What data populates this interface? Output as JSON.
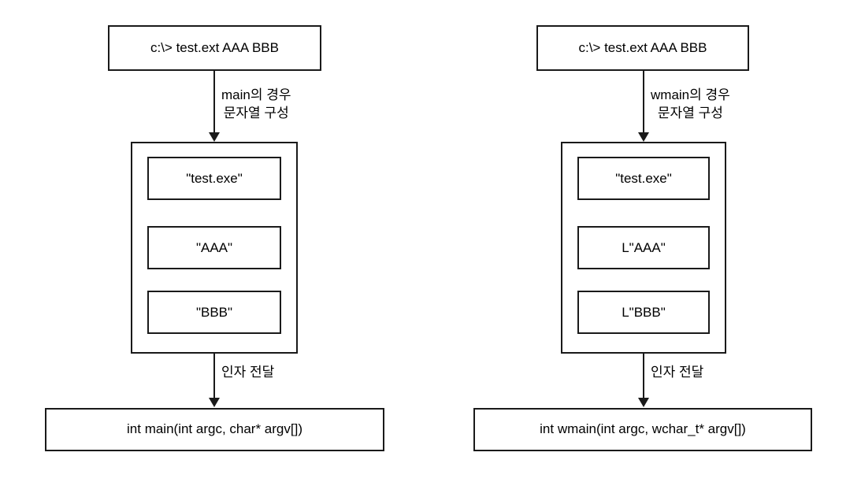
{
  "diagram": {
    "columns": [
      {
        "id": "main-column",
        "command_box": {
          "label": "c:\\> test.ext AAA BBB"
        },
        "edge_label_top": {
          "line1": "main의 경우",
          "line2": "문자열 구성"
        },
        "argv_container": {
          "items": [
            {
              "label": "\"test.exe\""
            },
            {
              "label": "\"AAA\""
            },
            {
              "label": "\"BBB\""
            }
          ]
        },
        "edge_label_bottom": {
          "line1": "인자 전달"
        },
        "signature_box": {
          "label": "int main(int argc, char* argv[])"
        }
      },
      {
        "id": "wmain-column",
        "command_box": {
          "label": "c:\\> test.ext AAA BBB"
        },
        "edge_label_top": {
          "line1": "wmain의 경우",
          "line2": "문자열 구성"
        },
        "argv_container": {
          "items": [
            {
              "label": "\"test.exe\""
            },
            {
              "label": "L\"AAA\""
            },
            {
              "label": "L\"BBB\""
            }
          ]
        },
        "edge_label_bottom": {
          "line1": "인자 전달"
        },
        "signature_box": {
          "label": "int wmain(int argc, wchar_t* argv[])"
        }
      }
    ],
    "colors": {
      "stroke": "#1a1a1a",
      "background": "#ffffff",
      "text": "#000000"
    }
  }
}
